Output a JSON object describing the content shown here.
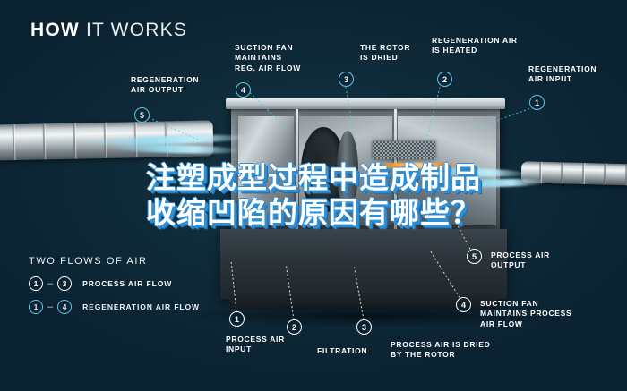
{
  "header": {
    "title_bold": "HOW",
    "title_light": "IT WORKS"
  },
  "overlay": {
    "line1": "注塑成型过程中造成制品",
    "line2": "收缩凹陷的原因有哪些？"
  },
  "callouts_top": [
    {
      "number": "5",
      "label": "REGENERATION\nAIR OUTPUT",
      "style": "cyan"
    },
    {
      "number": "4",
      "label": "SUCTION FAN\nMAINTAINS\nREG. AIR FLOW",
      "style": "cyan"
    },
    {
      "number": "3",
      "label": "THE ROTOR\nIS DRIED",
      "style": "cyan"
    },
    {
      "number": "2",
      "label": "REGENERATION AIR\nIS HEATED",
      "style": "cyan"
    },
    {
      "number": "1",
      "label": "REGENERATION\nAIR INPUT",
      "style": "cyan"
    }
  ],
  "callouts_bottom": [
    {
      "number": "1",
      "label": "PROCESS AIR\nINPUT",
      "style": "white"
    },
    {
      "number": "2",
      "label": "FILTRATION",
      "style": "white"
    },
    {
      "number": "3",
      "label": "PROCESS AIR IS DRIED\nBY THE ROTOR",
      "style": "white"
    },
    {
      "number": "4",
      "label": "SUCTION FAN\nMAINTAINS PROCESS\nAIR FLOW",
      "style": "white"
    },
    {
      "number": "5",
      "label": "PROCESS AIR\nOUTPUT",
      "style": "white"
    }
  ],
  "legend": {
    "title": "TWO FLOWS OF AIR",
    "rows": [
      {
        "from": "1",
        "to": "3",
        "dash": "–",
        "label": "PROCESS AIR FLOW",
        "style": "white"
      },
      {
        "from": "1",
        "to": "4",
        "dash": "–",
        "label": "REGENERATION AIR FLOW",
        "style": "cyan"
      }
    ]
  },
  "colors": {
    "background": "#0f2b3a",
    "accent_cyan": "#5fc7e8",
    "overlay_blue": "#2f8fd6",
    "text_white": "#ffffff",
    "heater_orange": "#ff9d2b"
  }
}
